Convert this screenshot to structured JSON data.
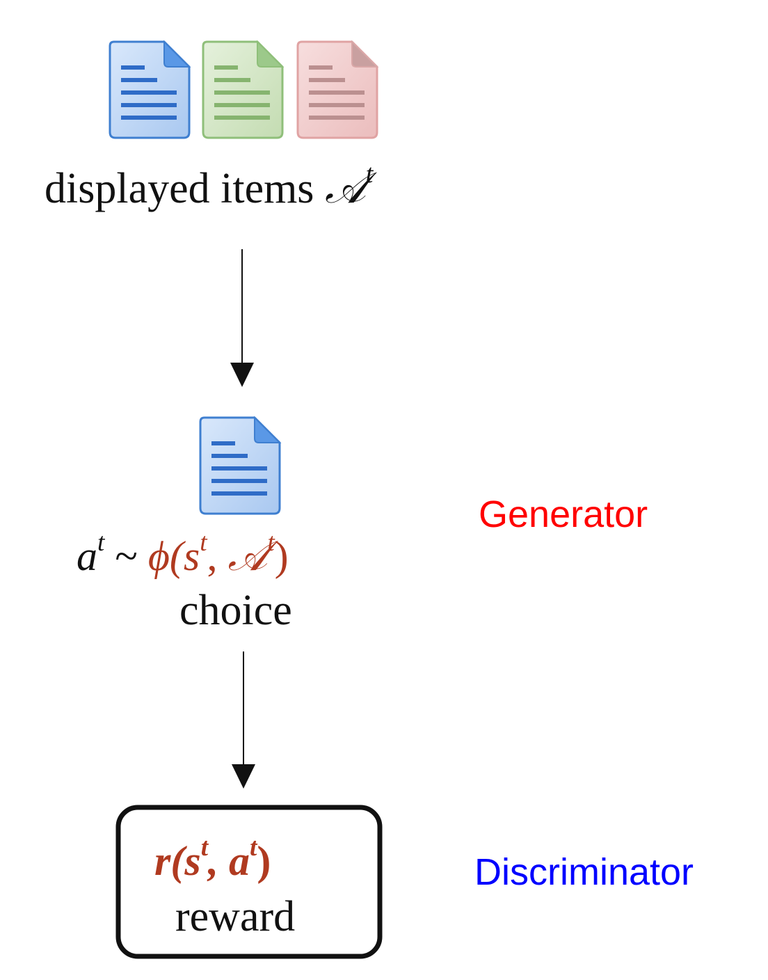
{
  "items_label": {
    "text": "displayed items",
    "symbol": "𝒜",
    "sup": "t"
  },
  "choice_expr": {
    "a": "a",
    "a_sup": "t",
    "tilde": " ~ ",
    "phi": "ϕ(s",
    "phi_sup": "t",
    "comma": ", ",
    "A": "𝒜",
    "A_sup": "t",
    "close": ")"
  },
  "choice_label": "choice",
  "reward_expr": {
    "r": "r(s",
    "r_sup1": "t",
    "mid": ", a",
    "r_sup2": "t",
    "close": ")"
  },
  "reward_label": "reward",
  "generator_label": "Generator",
  "discriminator_label": "Discriminator",
  "colors": {
    "doc_blue": "#4a86d4",
    "doc_green": "#8fbf7a",
    "doc_red": "#d99494",
    "math_red": "#b03a20",
    "generator": "#ff0000",
    "discriminator": "#0000ff"
  },
  "icons": [
    "document-icon-blue",
    "document-icon-green",
    "document-icon-red",
    "document-icon-blue"
  ]
}
